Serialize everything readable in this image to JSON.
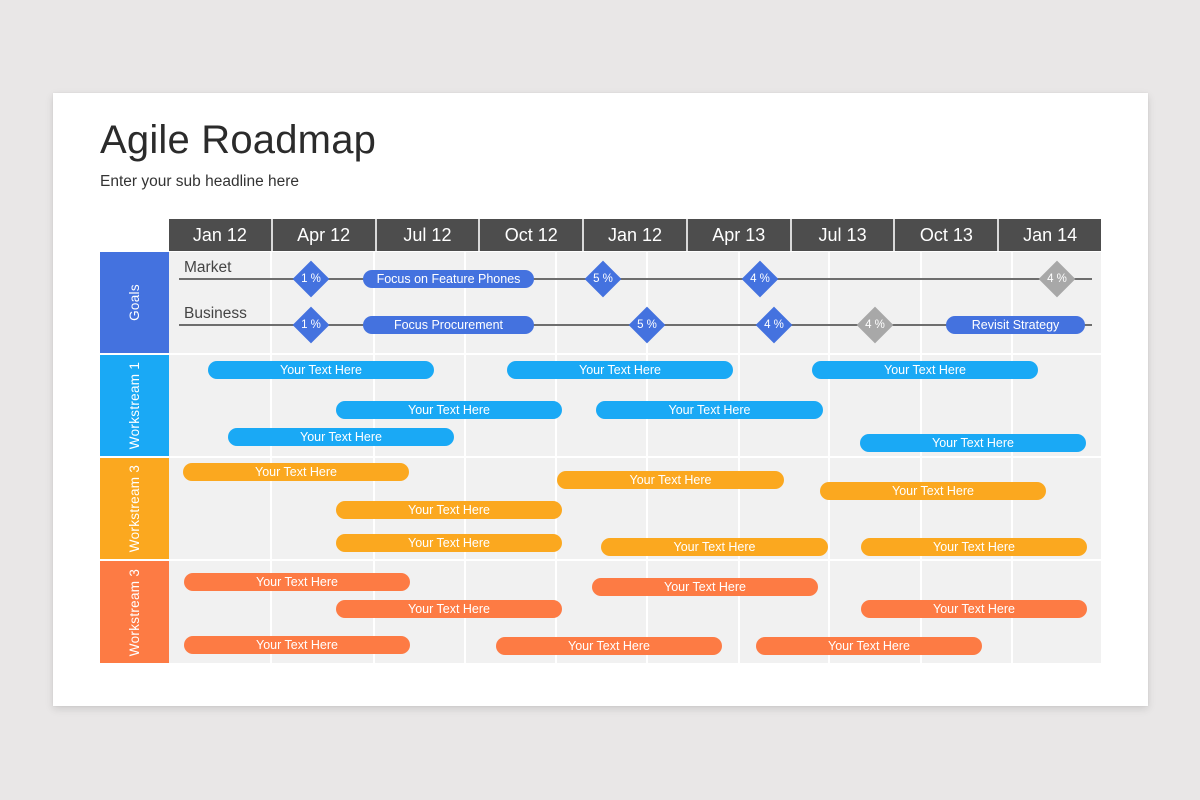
{
  "slide": {
    "title": "Agile Roadmap",
    "subtitle": "Enter your sub headline here"
  },
  "colors": {
    "page_bg": "#e9e7e7",
    "header_bg": "#4d4d4d",
    "grid_bg": "#f1f1f1",
    "goals": "#4472df",
    "workstream_1": "#1aa9f5",
    "workstream_3a": "#fba81f",
    "workstream_3b": "#fd7b44",
    "milestone_pending": "#a8a8a8"
  },
  "timeline": {
    "columns": [
      "Jan 12",
      "Apr 12",
      "Jul 12",
      "Oct 12",
      "Jan 12",
      "Apr 13",
      "Jul 13",
      "Oct 13",
      "Jan 14"
    ]
  },
  "bands": [
    {
      "label": "Goals",
      "color": "#4472df"
    },
    {
      "label": "Workstream 1",
      "color": "#1aa9f5"
    },
    {
      "label": "Workstream 3",
      "color": "#fba81f"
    },
    {
      "label": "Workstream 3",
      "color": "#fd7b44"
    }
  ],
  "goals": {
    "market": {
      "label": "Market",
      "milestones": [
        {
          "text": "1 %",
          "status": "done"
        },
        {
          "text": "5 %",
          "status": "done"
        },
        {
          "text": "4 %",
          "status": "done"
        },
        {
          "text": "4 %",
          "status": "pending"
        }
      ],
      "pills": [
        {
          "text": "Focus on Feature Phones"
        }
      ]
    },
    "business": {
      "label": "Business",
      "milestones": [
        {
          "text": "1 %",
          "status": "done"
        },
        {
          "text": "5 %",
          "status": "done"
        },
        {
          "text": "4 %",
          "status": "done"
        },
        {
          "text": "4 %",
          "status": "pending"
        }
      ],
      "pills": [
        {
          "text": "Focus Procurement"
        },
        {
          "text": "Revisit Strategy"
        }
      ]
    }
  },
  "workstream_1": {
    "bars": [
      {
        "text": "Your Text Here"
      },
      {
        "text": "Your Text Here"
      },
      {
        "text": "Your Text Here"
      },
      {
        "text": "Your Text Here"
      },
      {
        "text": "Your Text Here"
      },
      {
        "text": "Your Text Here"
      },
      {
        "text": "Your Text Here"
      }
    ]
  },
  "workstream_3a": {
    "bars": [
      {
        "text": "Your Text Here"
      },
      {
        "text": "Your Text Here"
      },
      {
        "text": "Your Text Here"
      },
      {
        "text": "Your Text Here"
      },
      {
        "text": "Your Text Here"
      },
      {
        "text": "Your Text Here"
      },
      {
        "text": "Your Text Here"
      }
    ]
  },
  "workstream_3b": {
    "bars": [
      {
        "text": "Your Text Here"
      },
      {
        "text": "Your Text Here"
      },
      {
        "text": "Your Text Here"
      },
      {
        "text": "Your Text Here"
      },
      {
        "text": "Your Text Here"
      },
      {
        "text": "Your Text Here"
      },
      {
        "text": "Your Text Here"
      }
    ]
  }
}
